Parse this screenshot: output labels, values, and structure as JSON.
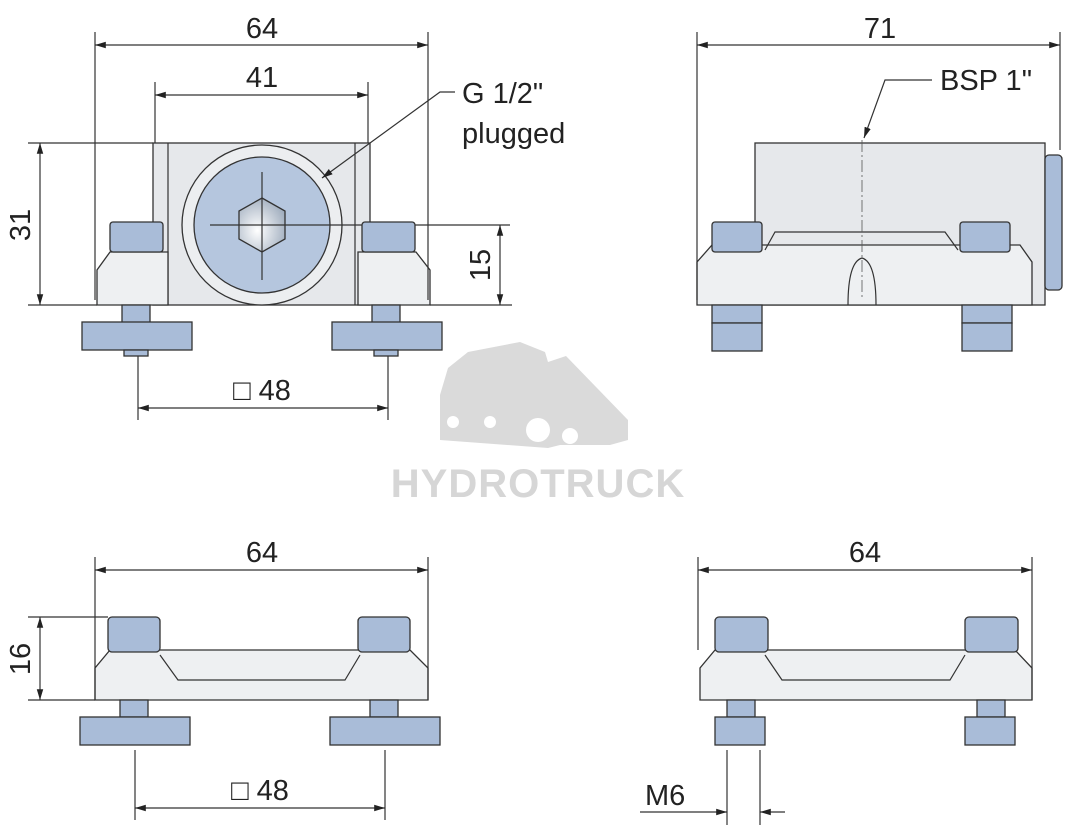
{
  "front_view": {
    "width_overall": "64",
    "width_body": "41",
    "port_label_line1": "G 1/2\"",
    "port_label_line2": "plugged",
    "height_overall": "31",
    "height_port_center": "15",
    "mount_square": "□ 48"
  },
  "side_view": {
    "length_overall": "71",
    "port_label": "BSP 1\""
  },
  "bottom_left_view": {
    "width_overall": "64",
    "height": "16",
    "mount_square": "□ 48"
  },
  "bottom_right_view": {
    "width_overall": "64",
    "thread_label": "M6"
  },
  "watermark": {
    "brand": "HYDROTRUCK"
  },
  "colors": {
    "metal": "#e6e8eb",
    "steel_blue": "#a9bcd8",
    "watermark": "#d9d9d9"
  }
}
